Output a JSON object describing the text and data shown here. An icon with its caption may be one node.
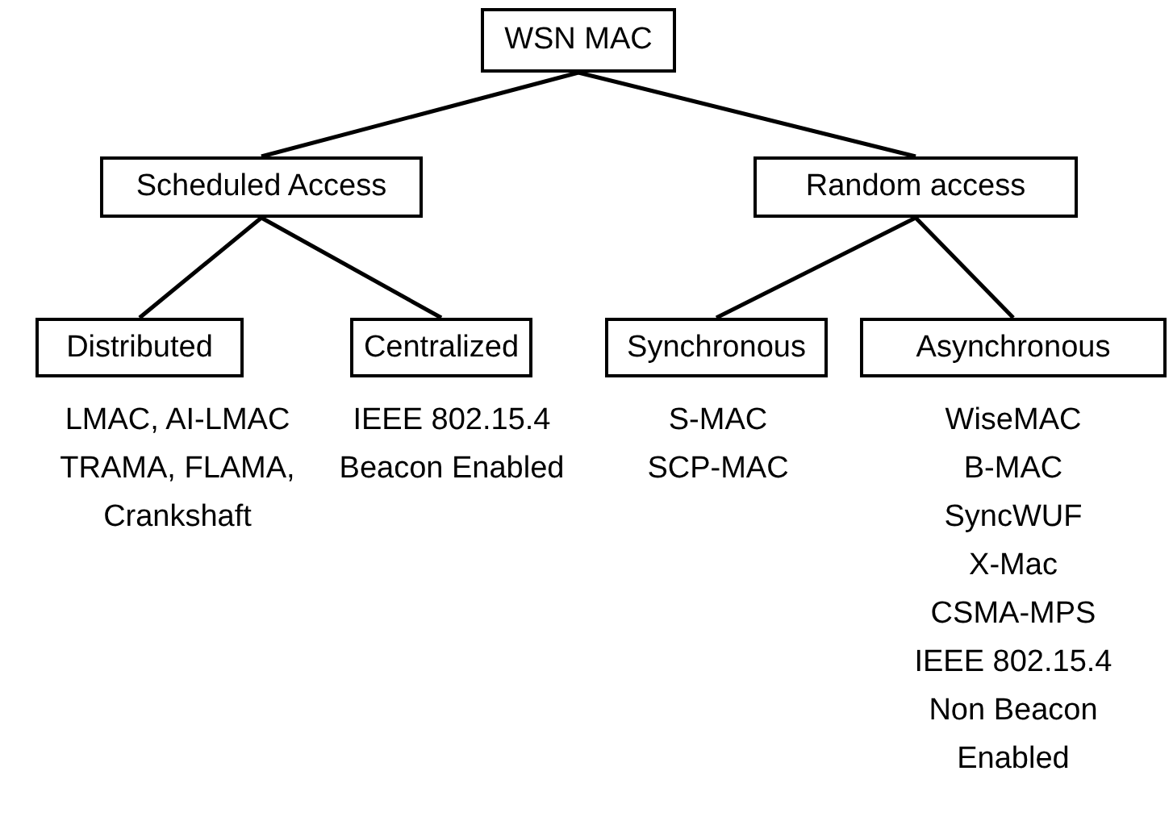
{
  "diagram": {
    "nodes": [
      {
        "text": [
          "WSN MAC"
        ]
      },
      {
        "text": [
          "Scheduled Access"
        ]
      },
      {
        "text": [
          "Random access"
        ]
      },
      {
        "text": [
          "Distributed"
        ],
        "beside": [
          "LMAC, AI-LMAC",
          "TRAMA, FLAMA,",
          "Crankshaft"
        ]
      },
      {
        "text": [
          "Centralized"
        ],
        "beside": [
          "IEEE 802.15.4",
          "Beacon Enabled"
        ]
      },
      {
        "text": [
          "Synchronous"
        ],
        "beside": [
          "S-MAC",
          "SCP-MAC"
        ]
      },
      {
        "text": [
          "Asynchronous"
        ],
        "beside": [
          "WiseMAC",
          "B-MAC",
          "SyncWUF",
          "X-Mac",
          "CSMA-MPS",
          "IEEE 802.15.4 Non Beacon Enabled"
        ]
      }
    ],
    "edges": [
      {
        "from": 0,
        "to": 1,
        "arrow": "none"
      },
      {
        "from": 0,
        "to": 2,
        "arrow": "none"
      },
      {
        "from": 1,
        "to": 3,
        "arrow": "none"
      },
      {
        "from": 1,
        "to": 4,
        "arrow": "none"
      },
      {
        "from": 2,
        "to": 5,
        "arrow": "none"
      },
      {
        "from": 2,
        "to": 6,
        "arrow": "none"
      }
    ]
  }
}
